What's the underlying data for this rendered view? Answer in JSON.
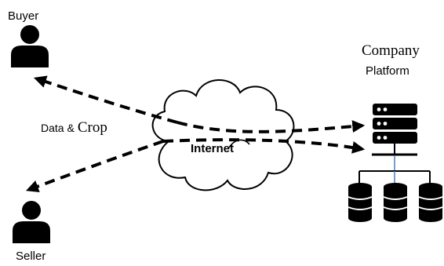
{
  "labels": {
    "buyer": "Buyer",
    "seller": "Seller",
    "company_line1": "Company",
    "company_line2": "Platform",
    "data_prefix": "Data &",
    "data_suffix": "Crop",
    "internet": "Internet"
  },
  "colors": {
    "ink": "#000000",
    "background": "#ffffff",
    "cable": "#4a7fb5"
  },
  "icons": {
    "buyer": "person-icon",
    "seller": "person-icon",
    "server": "server-rack-icon",
    "databases": "database-icon",
    "network": "cloud-icon"
  }
}
